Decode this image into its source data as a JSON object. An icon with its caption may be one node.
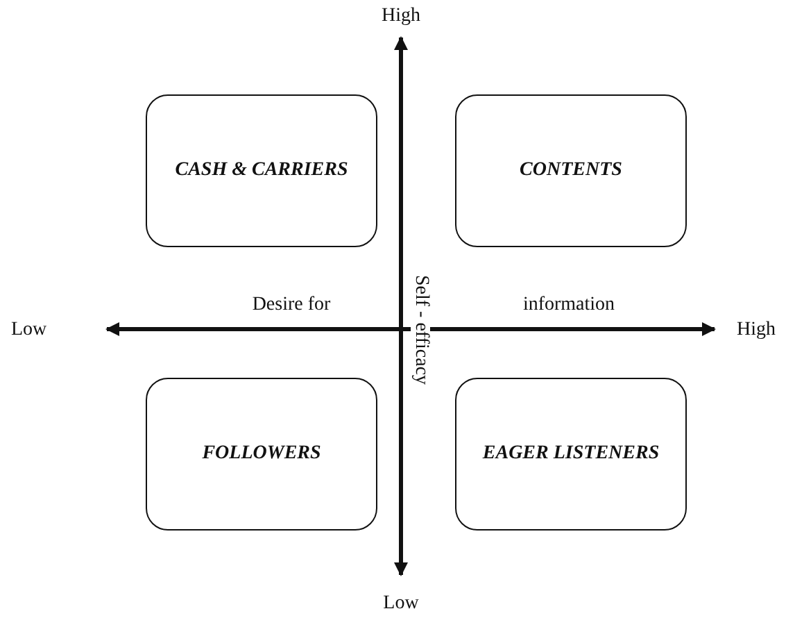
{
  "diagram": {
    "nodes": [
      {
        "text": [
          "CASH & CARRIERS"
        ]
      },
      {
        "text": [
          "CONTENTS"
        ]
      },
      {
        "text": [
          "FOLLOWERS"
        ]
      },
      {
        "text": [
          "EAGER LISTENERS"
        ]
      }
    ],
    "labels": [
      "High",
      "Low",
      "Desire for",
      "Self - efficacy",
      "information",
      "High",
      "Low"
    ]
  }
}
